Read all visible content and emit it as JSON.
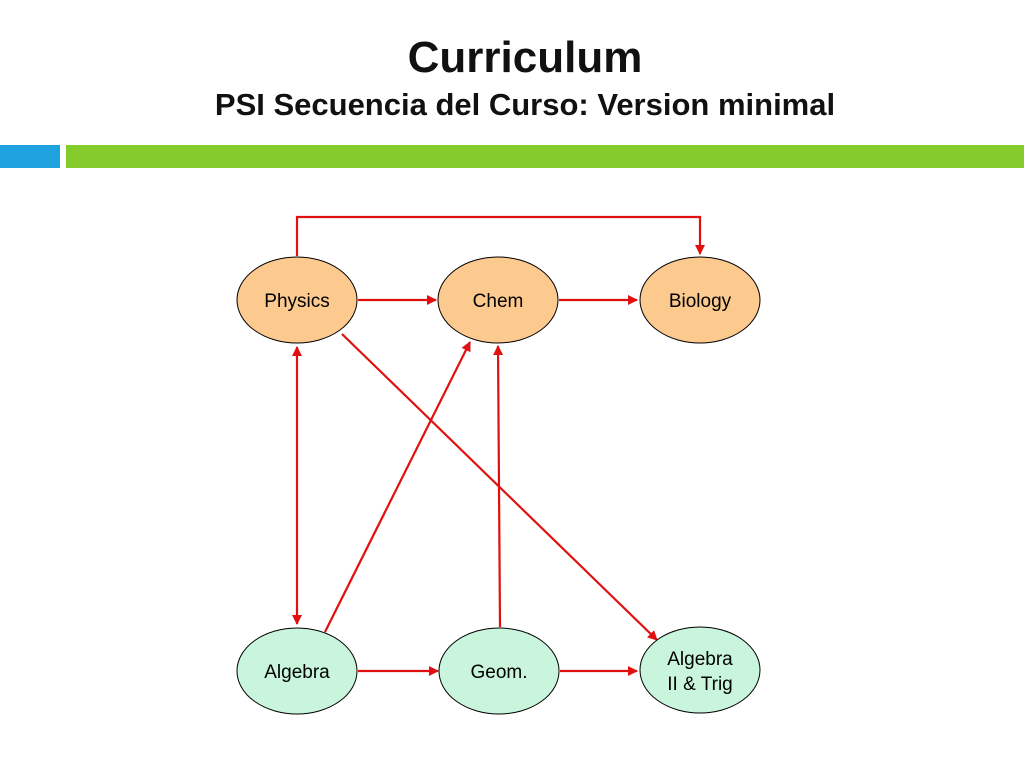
{
  "slide": {
    "title": "Curriculum",
    "subtitle": "PSI Secuencia del Curso: Version minimal"
  },
  "colors": {
    "accent_blue": "#1fa3e0",
    "accent_green": "#84cc2b",
    "science_fill": "#fcc98e",
    "math_fill": "#c8f5dc",
    "arrow": "#e01010"
  },
  "nodes": {
    "physics": "Physics",
    "chem": "Chem",
    "biology": "Biology",
    "algebra": "Algebra",
    "geom": "Geom.",
    "algebra2_line1": "Algebra",
    "algebra2_line2": "II & Trig"
  }
}
